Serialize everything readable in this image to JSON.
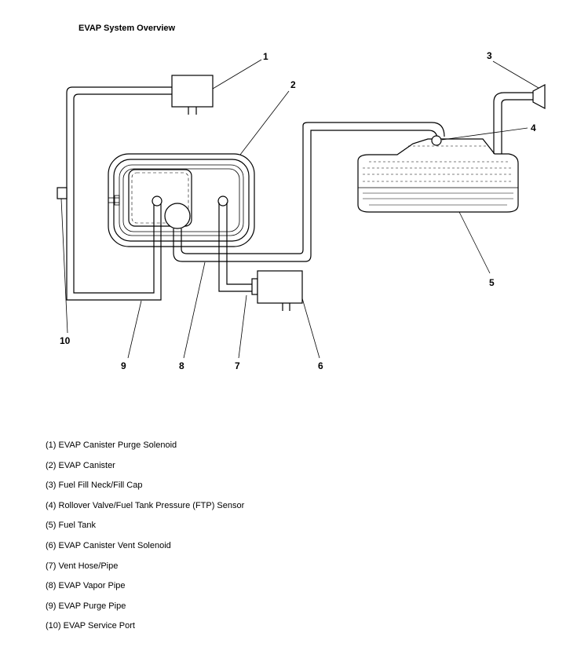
{
  "title": "EVAP System Overview",
  "callouts": {
    "c1": "1",
    "c2": "2",
    "c3": "3",
    "c4": "4",
    "c5": "5",
    "c6": "6",
    "c7": "7",
    "c8": "8",
    "c9": "9",
    "c10": "10"
  },
  "legend": [
    "(1) EVAP Canister Purge Solenoid",
    "(2) EVAP Canister",
    "(3) Fuel Fill Neck/Fill Cap",
    "(4) Rollover Valve/Fuel Tank Pressure (FTP) Sensor",
    "(5) Fuel Tank",
    "(6) EVAP Canister Vent Solenoid",
    "(7) Vent Hose/Pipe",
    "(8) EVAP Vapor Pipe",
    "(9) EVAP Purge Pipe",
    "(10) EVAP Service Port"
  ]
}
